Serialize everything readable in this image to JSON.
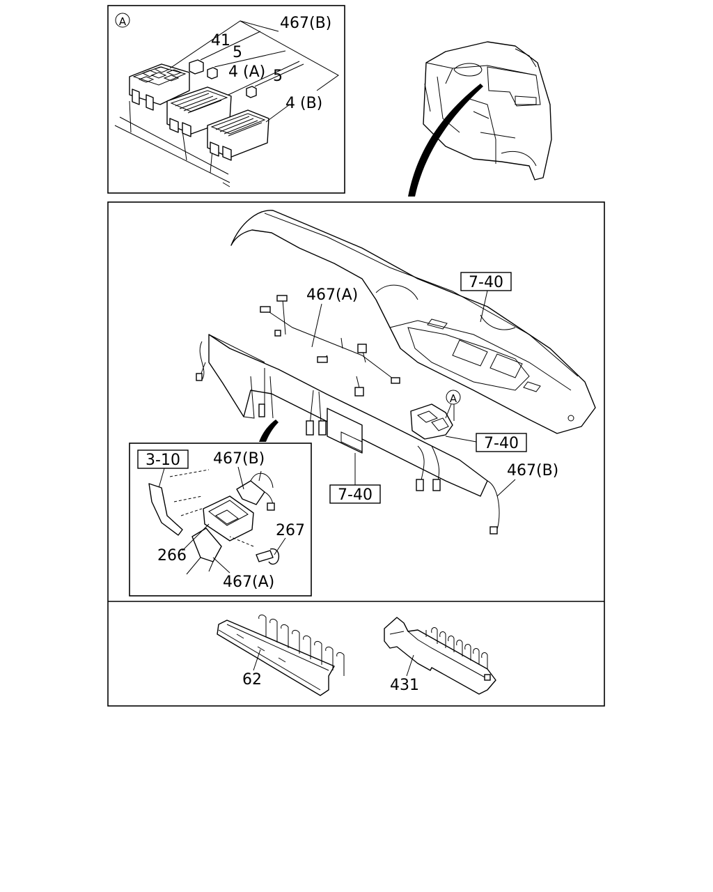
{
  "callouts": {
    "circle_a_inset": "A",
    "circle_a_main": "A",
    "inset_a": {
      "p467b": "467(B)",
      "p41": "41",
      "p5_top": "5",
      "p4a": "4 (A)",
      "p5_mid": "5",
      "p4b": "4 (B)"
    },
    "main": {
      "ref_740_top": "7-40",
      "p467a": "467(A)",
      "ref_740_right": "7-40",
      "p467b_right": "467(B)",
      "ref_740_bottom": "7-40"
    },
    "inset_b": {
      "ref_310": "3-10",
      "p467b": "467(B)",
      "p267": "267",
      "p266": "266",
      "p467a": "467(A)"
    },
    "bottom": {
      "p62": "62",
      "p431": "431"
    }
  }
}
